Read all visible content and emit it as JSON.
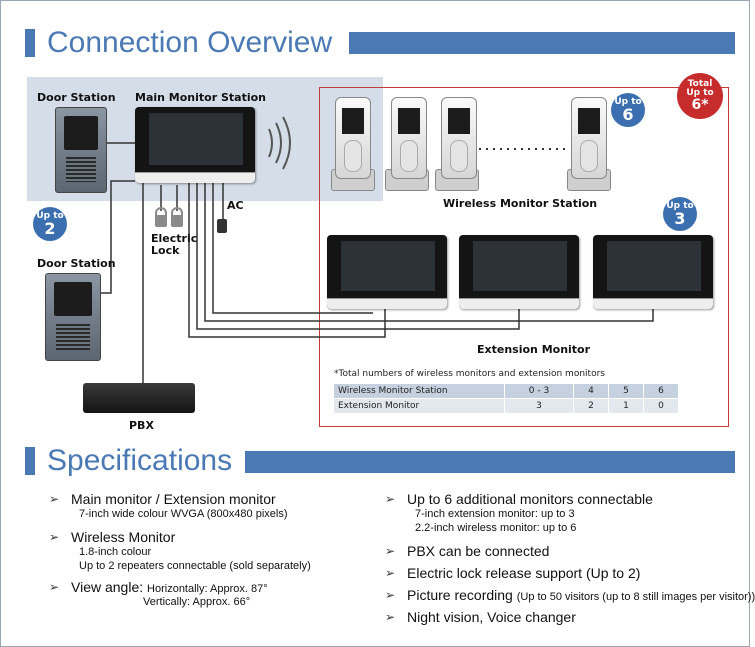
{
  "sections": {
    "connection_title": "Connection Overview",
    "spec_title": "Specifications"
  },
  "diagram": {
    "labels": {
      "door_station_top": "Door Station",
      "main_monitor": "Main Monitor Station",
      "door_station_bottom": "Door Station",
      "electric_lock": "Electric\nLock",
      "ac": "AC",
      "pbx": "PBX",
      "wireless_monitor_station": "Wireless Monitor Station",
      "extension_monitor": "Extension Monitor"
    },
    "badges": {
      "door_up_to": {
        "small": "Up to",
        "big": "2"
      },
      "wireless_up_to": {
        "small": "Up to",
        "big": "6"
      },
      "extension_up_to": {
        "small": "Up to",
        "big": "3"
      },
      "total": {
        "line1": "Total",
        "line2": "Up to",
        "big": "6*"
      }
    },
    "colors": {
      "accent_blue": "#4a79b4",
      "zone_gray": "#d4dde8",
      "red_border": "#c43a3a",
      "badge_red": "#c72c2c",
      "badge_blue": "#3c6fb0"
    },
    "icons": [
      "door-station-icon",
      "main-monitor-icon",
      "wireless-signal-icon",
      "electric-lock-icon",
      "ac-plug-icon",
      "pbx-icon",
      "wireless-handset-icon",
      "extension-monitor-icon"
    ]
  },
  "count_table": {
    "note": "*Total numbers of wireless monitors and extension monitors",
    "rows": [
      {
        "label": "Wireless Monitor Station",
        "values": [
          "0 - 3",
          "4",
          "5",
          "6"
        ]
      },
      {
        "label": "Extension Monitor",
        "values": [
          "3",
          "2",
          "1",
          "0"
        ]
      }
    ]
  },
  "specs": {
    "left": [
      {
        "heading": "Main monitor / Extension monitor",
        "details": [
          "7-inch wide colour WVGA (800x480 pixels)"
        ]
      },
      {
        "heading": "Wireless Monitor",
        "details": [
          "1.8-inch colour",
          "Up to 2 repeaters connectable (sold separately)"
        ]
      },
      {
        "heading": "View angle:",
        "inline": "Horizontally: Approx. 87°",
        "details": [
          "Vertically: Approx. 66°"
        ]
      }
    ],
    "right": [
      {
        "heading": "Up to 6 additional monitors connectable",
        "details": [
          "7-inch extension monitor: up to 3",
          "2.2-inch wireless monitor: up to 6"
        ]
      },
      {
        "heading": "PBX can be connected",
        "details": []
      },
      {
        "heading": "Electric lock release support (Up to 2)",
        "details": []
      },
      {
        "heading": "Picture recording",
        "inline": "(Up to 50 visitors (up to 8 still images per visitor))",
        "details": []
      },
      {
        "heading": "Night vision, Voice changer",
        "details": []
      }
    ]
  }
}
